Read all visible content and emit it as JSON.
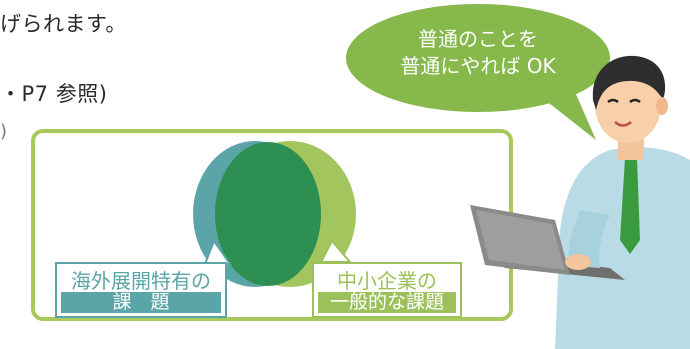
{
  "body_text": {
    "line1": "げられます。",
    "line2": "・P7 参照)",
    "line3": ")"
  },
  "speech_bubble": {
    "line1": "普通のことを",
    "line2": "普通にやれば OK"
  },
  "venn": {
    "left_label": {
      "title": "海外展開特有の",
      "sub": "課　題",
      "color": "#5ba4a8"
    },
    "right_label": {
      "title": "中小企業の",
      "sub": "一般的な課題",
      "color": "#9cc15a"
    },
    "overlap_color": "#2e8f52",
    "frame_color": "#a8c95b"
  },
  "illustration": {
    "icon": "businessman-with-laptop-icon",
    "bubble_color": "#86b84b"
  }
}
